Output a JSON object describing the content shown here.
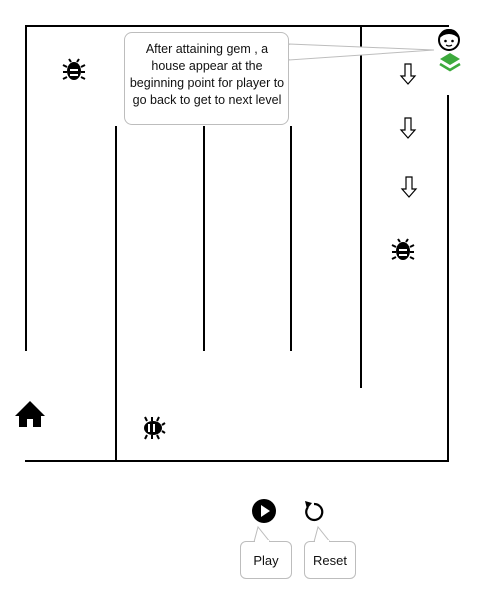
{
  "callout": {
    "text": "After attaining gem , a house appear at the beginning point for player to go back to get to next level"
  },
  "board": {
    "sprites": [
      {
        "name": "bug-icon",
        "row": 1,
        "col": 1
      },
      {
        "name": "bug-icon",
        "row": 4,
        "col": 5
      },
      {
        "name": "bug-icon",
        "row": 7,
        "col": 2
      },
      {
        "name": "house-icon",
        "row": 7,
        "col": 1
      },
      {
        "name": "player-face-icon",
        "row": 1,
        "col": 6
      },
      {
        "name": "gem-stack-icon",
        "row": 1,
        "col": 6
      },
      {
        "name": "arrow-down-icon",
        "row": 1,
        "col": 5
      },
      {
        "name": "arrow-down-icon",
        "row": 2,
        "col": 5
      },
      {
        "name": "arrow-down-icon",
        "row": 3,
        "col": 5
      }
    ],
    "accent_color": "#3daa3d"
  },
  "controls": {
    "play_label": "Play",
    "reset_label": "Reset"
  }
}
